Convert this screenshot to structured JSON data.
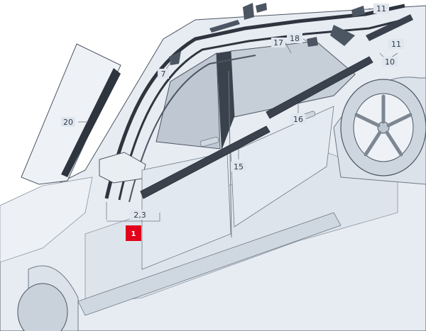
{
  "callouts": {
    "c1": "1",
    "c23": "2,3",
    "c7": "7",
    "c10": "10",
    "c11a": "11",
    "c11b": "11",
    "c15": "15",
    "c16": "16",
    "c17": "17",
    "c18": "18",
    "c20": "20"
  },
  "colors": {
    "car_fill": "#e7ecf2",
    "car_shade": "#d3dbe4",
    "glass": "#bfc8d2",
    "line": "#4c5562",
    "trim": "#3a424d",
    "highlight": "#e2001a",
    "callout_box": "#dfe6ee"
  }
}
